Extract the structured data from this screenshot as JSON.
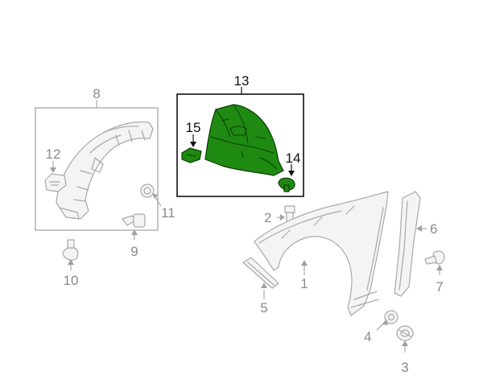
{
  "diagram": {
    "callouts": [
      {
        "id": "1",
        "label": "1"
      },
      {
        "id": "2",
        "label": "2"
      },
      {
        "id": "3",
        "label": "3"
      },
      {
        "id": "4",
        "label": "4"
      },
      {
        "id": "5",
        "label": "5"
      },
      {
        "id": "6",
        "label": "6"
      },
      {
        "id": "7",
        "label": "7"
      },
      {
        "id": "8",
        "label": "8"
      },
      {
        "id": "9",
        "label": "9"
      },
      {
        "id": "10",
        "label": "10"
      },
      {
        "id": "11",
        "label": "11"
      },
      {
        "id": "12",
        "label": "12"
      },
      {
        "id": "13",
        "label": "13"
      },
      {
        "id": "14",
        "label": "14"
      },
      {
        "id": "15",
        "label": "15"
      }
    ],
    "colors": {
      "highlight_part": "#1f8a12",
      "highlight_outline": "#0b3d06",
      "line_art": "#a8a8a8",
      "label_grey": "#8a8a8a",
      "label_dark": "#111111"
    }
  }
}
